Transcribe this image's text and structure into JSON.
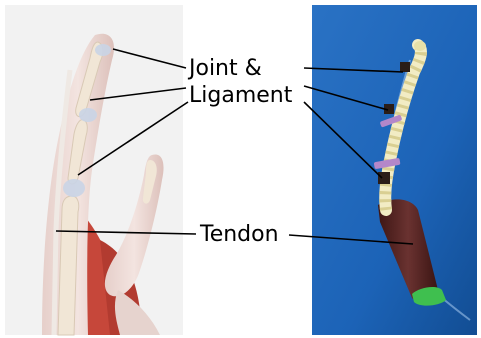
{
  "labels": {
    "joint_line1": "Joint &",
    "joint_line2": "Ligament",
    "tendon": "Tendon"
  },
  "panels": [
    {
      "name": "anatomical-hand-model",
      "background": "#f2f2f2"
    },
    {
      "name": "robotic-finger-photo",
      "background": "#1c63b7"
    }
  ],
  "colors": {
    "text": "#000000",
    "leader_line": "#000000",
    "muscle": "#c6473a",
    "skin": "#e9d7d2",
    "bone": "#f1e6d6",
    "blue_background": "#1c63b7",
    "rope": "#f2ecc4",
    "tendon_sleeve": "#5b2a28",
    "green_tip": "#3fbf4f"
  }
}
